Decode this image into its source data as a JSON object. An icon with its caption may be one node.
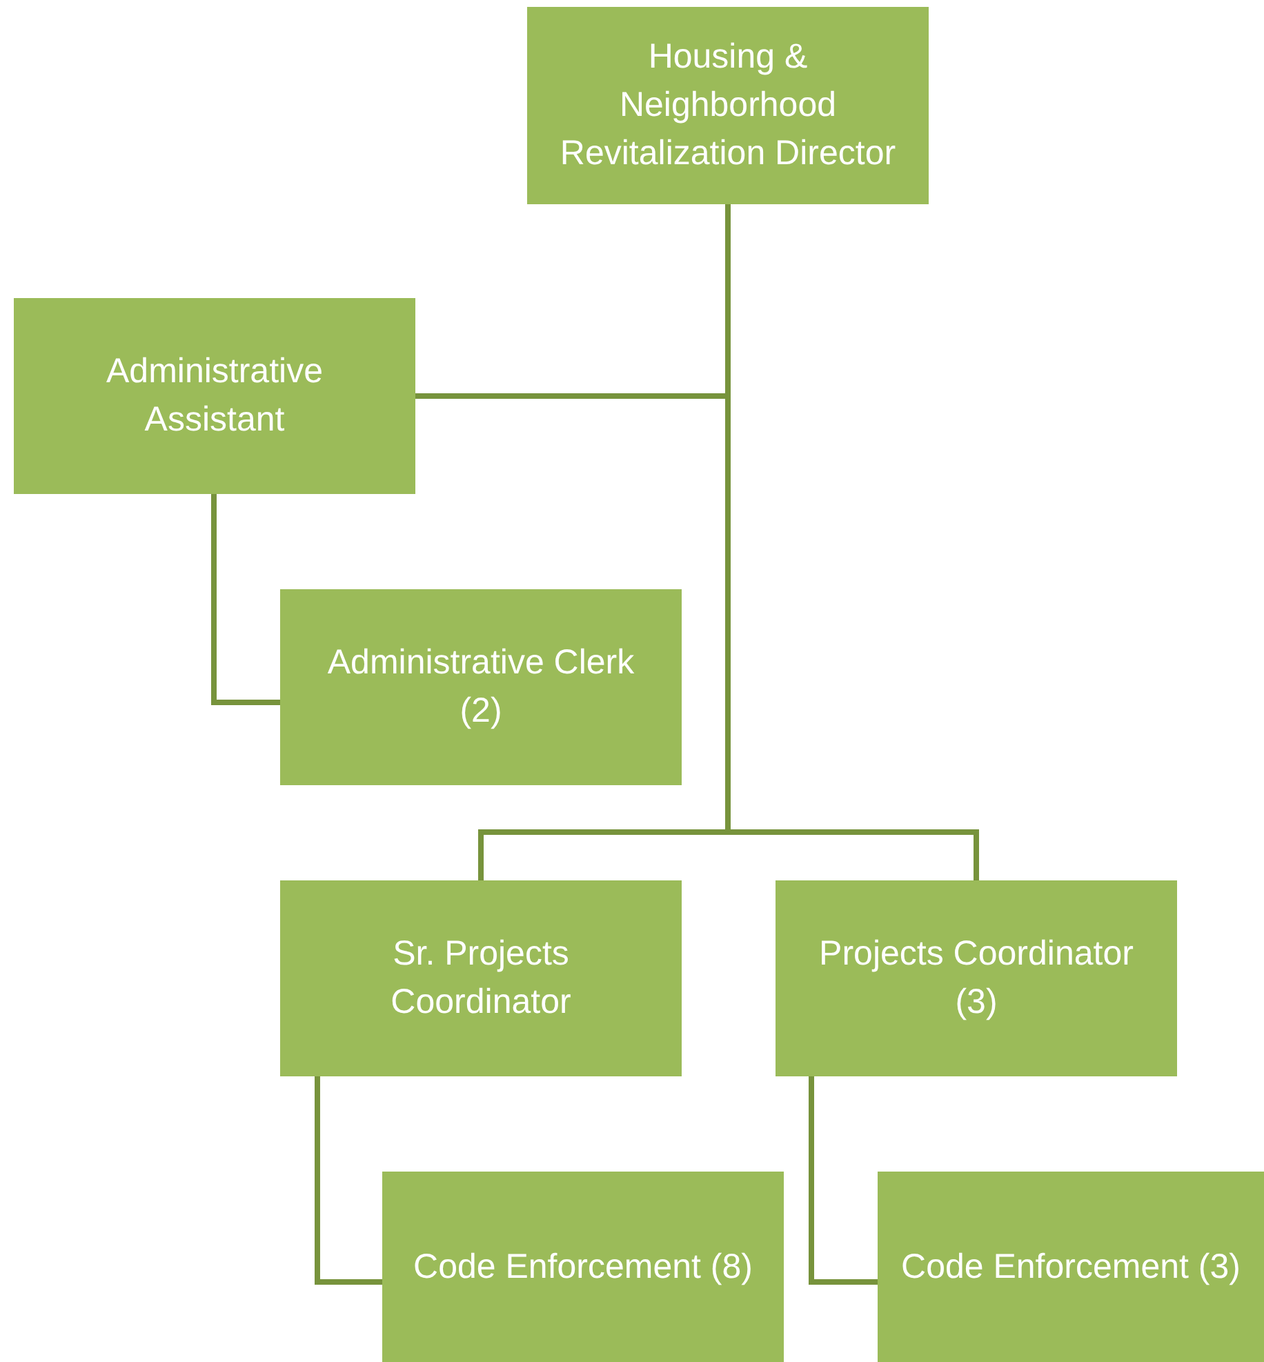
{
  "diagram": {
    "nodes": [
      {
        "text": [
          "Housing & Neighborhood Revitalization Director"
        ]
      },
      {
        "text": [
          "Administrative Assistant"
        ]
      },
      {
        "text": [
          "Administrative Clerk (2)"
        ]
      },
      {
        "text": [
          "Sr. Projects Coordinator"
        ]
      },
      {
        "text": [
          "Projects Coordinator (3)"
        ]
      },
      {
        "text": [
          "Code Enforcement (8)"
        ]
      },
      {
        "text": [
          "Code Enforcement (3)"
        ]
      }
    ],
    "edges": [
      {
        "from": 0,
        "to": 1,
        "arrow": "none"
      },
      {
        "from": 0,
        "to": 3,
        "arrow": "none"
      },
      {
        "from": 0,
        "to": 4,
        "arrow": "none"
      },
      {
        "from": 1,
        "to": 2,
        "arrow": "none"
      },
      {
        "from": 3,
        "to": 5,
        "arrow": "none"
      },
      {
        "from": 4,
        "to": 6,
        "arrow": "none"
      }
    ]
  }
}
